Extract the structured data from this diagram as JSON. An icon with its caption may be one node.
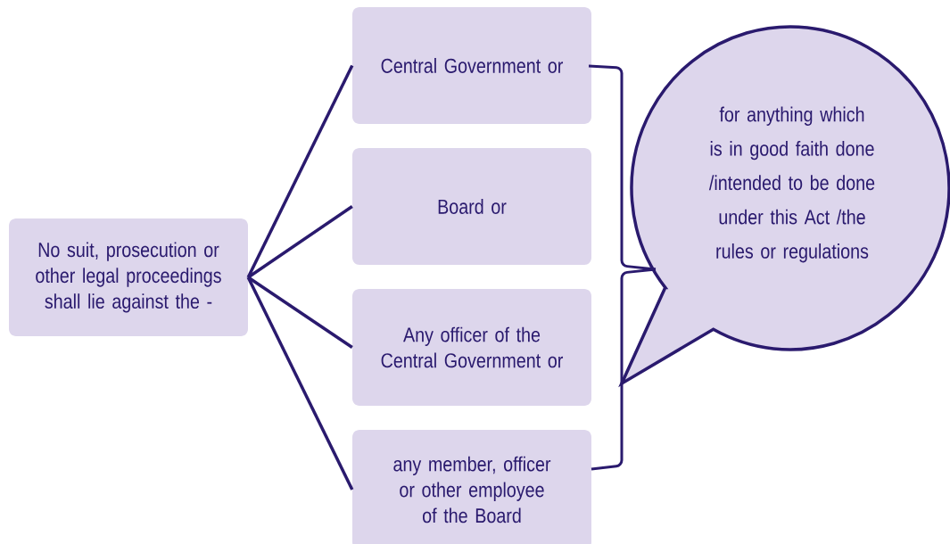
{
  "diagram": {
    "nodes": [
      {
        "text": [
          "No suit, prosecution or other legal proceedings shall lie against the -"
        ]
      },
      {
        "text": [
          "Central Government or"
        ]
      },
      {
        "text": [
          "Board or"
        ]
      },
      {
        "text": [
          "Any officer of the Central Government or"
        ]
      },
      {
        "text": [
          "any member, officer or other employee of the Board"
        ]
      },
      {
        "text": [
          "for anything which is in good faith done /intended to be done under this Act /the rules or regulations"
        ]
      }
    ],
    "edges": [
      {
        "from": 0,
        "to": 1,
        "arrow": "none"
      },
      {
        "from": 0,
        "to": 2,
        "arrow": "none"
      },
      {
        "from": 0,
        "to": 3,
        "arrow": "none"
      },
      {
        "from": 0,
        "to": 4,
        "arrow": "none"
      }
    ]
  }
}
